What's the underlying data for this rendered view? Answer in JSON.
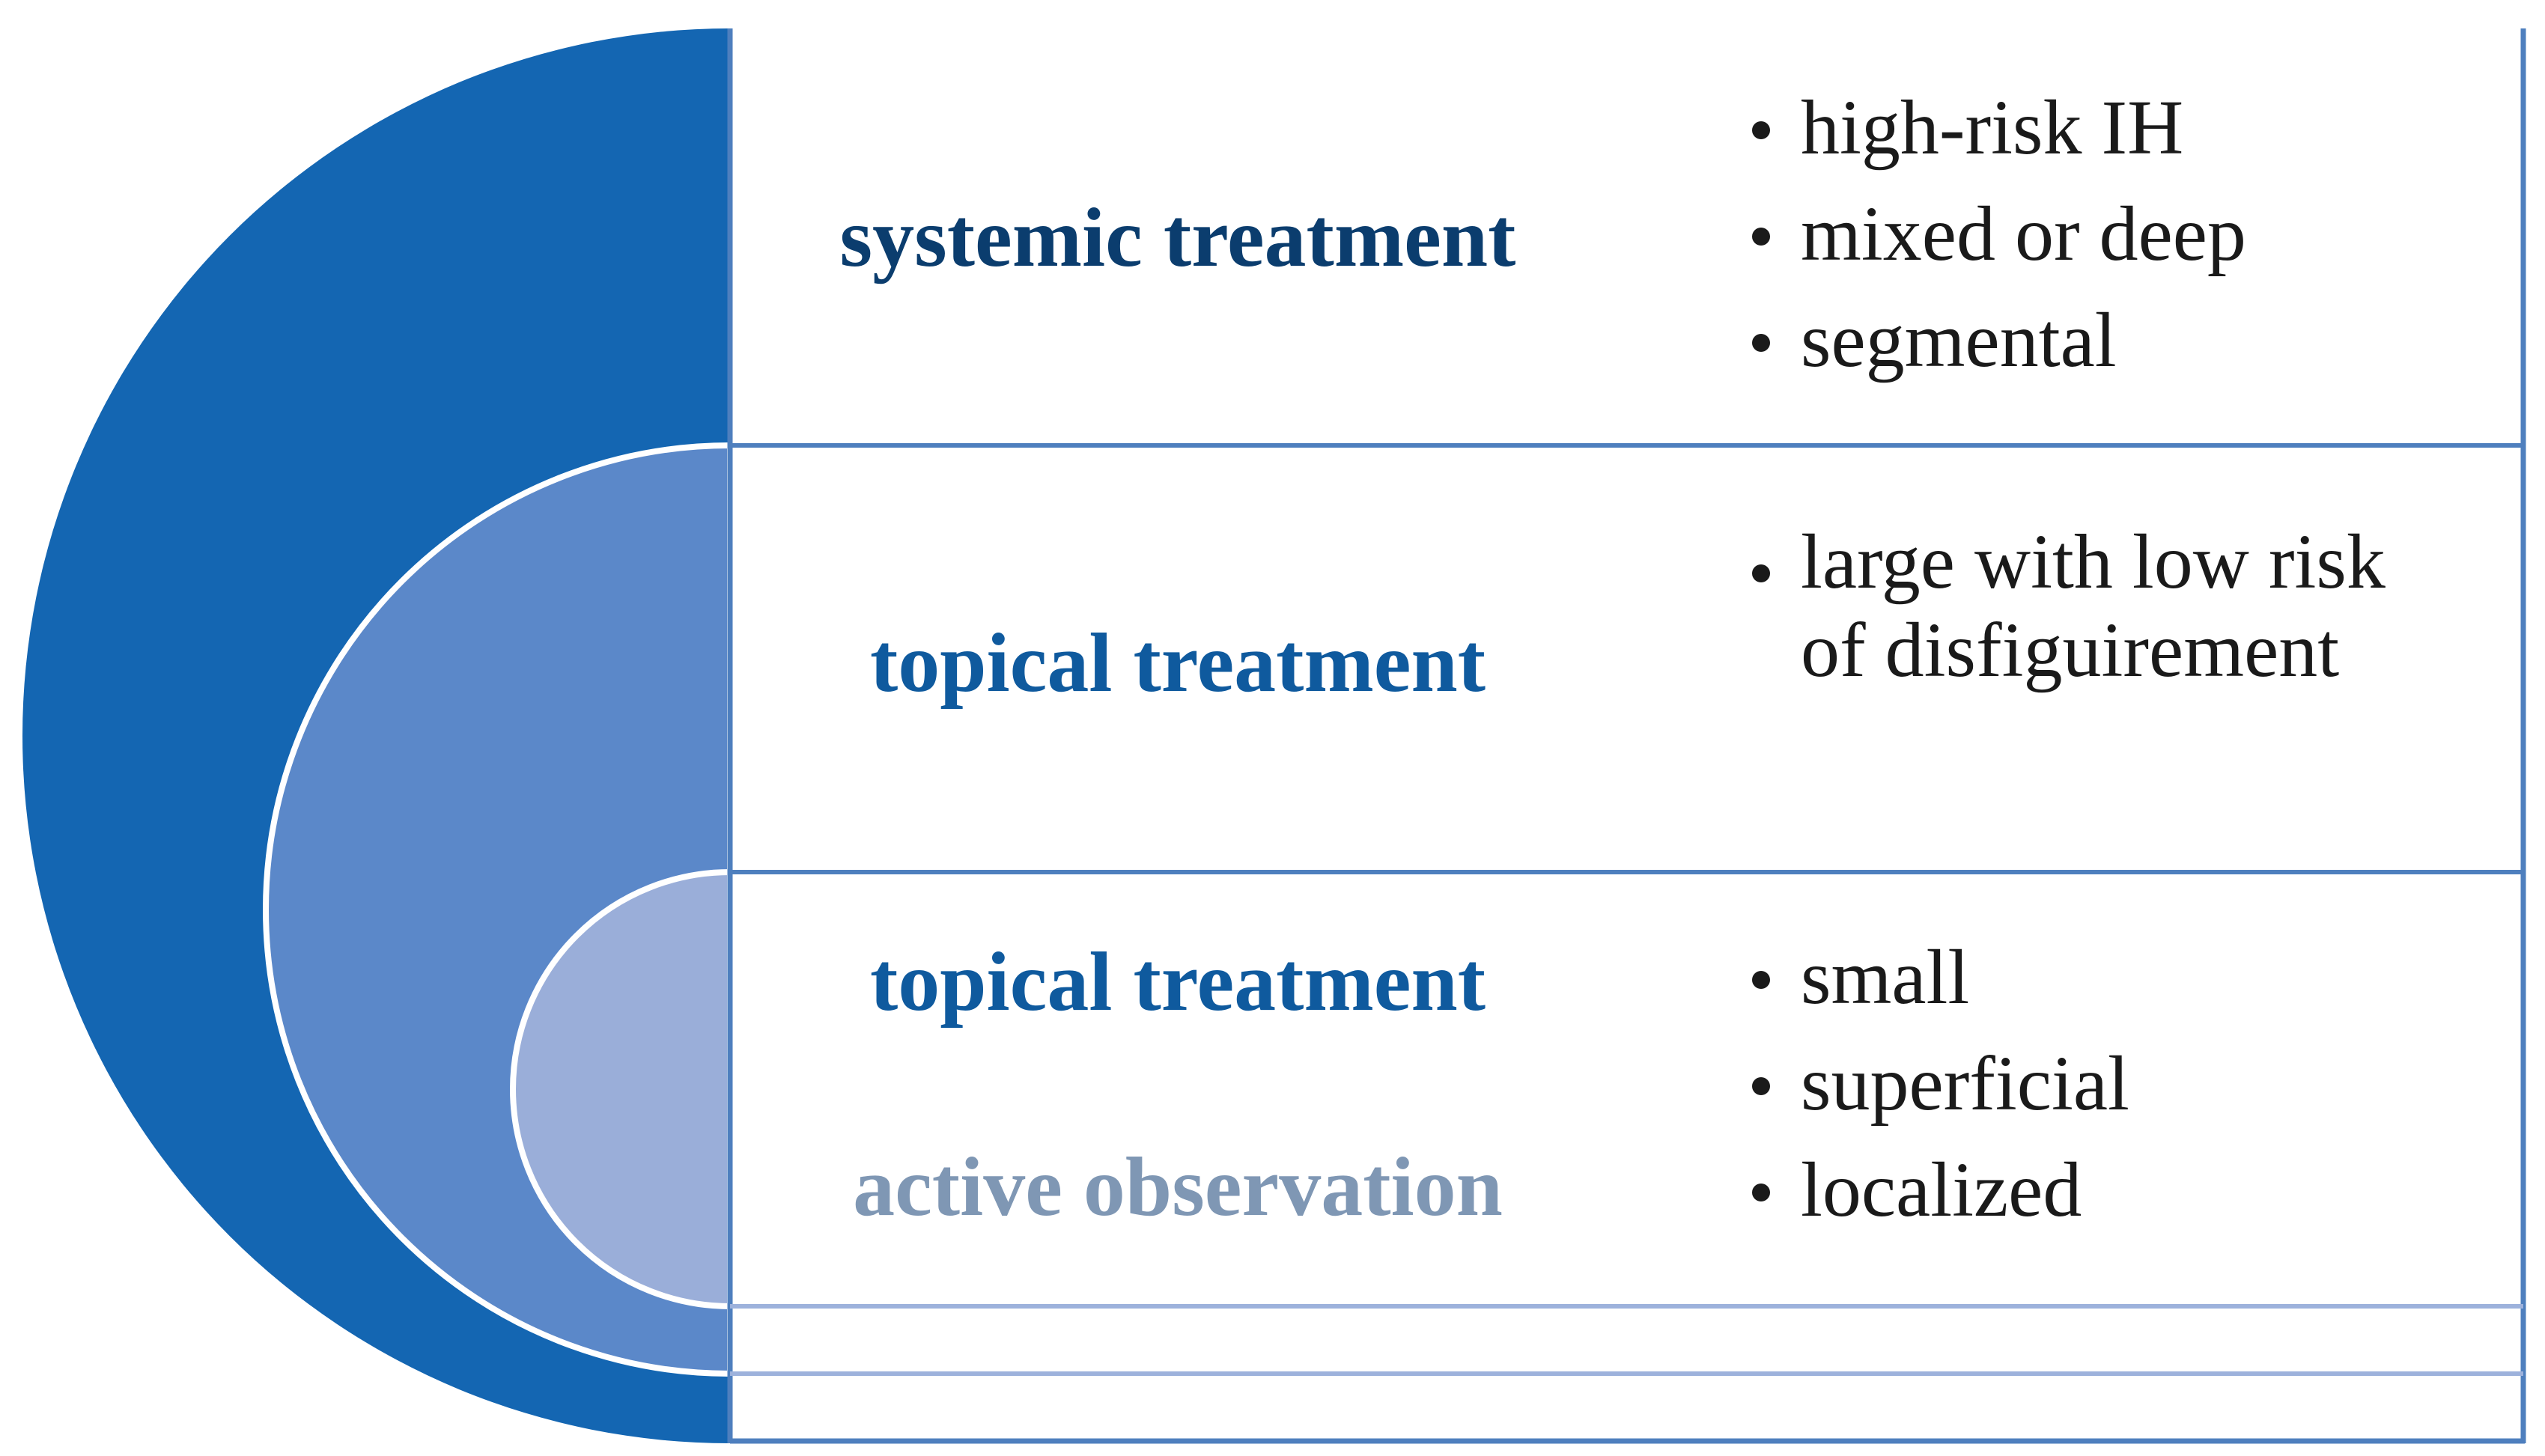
{
  "tiers": [
    {
      "id": "systemic",
      "labels": [
        {
          "text": "systemic treatment",
          "color": "#0b3d6e"
        }
      ],
      "bullets": [
        "high-risk IH",
        "mixed or deep",
        "segmental"
      ]
    },
    {
      "id": "topical-large",
      "labels": [
        {
          "text": "topical treatment",
          "color": "#0f5a9e"
        }
      ],
      "bullets": [
        "large with low risk of disfiguirement"
      ]
    },
    {
      "id": "topical-small",
      "labels": [
        {
          "text": "topical treatment",
          "color": "#0f5a9e"
        },
        {
          "text": "active observation",
          "color": "#7f97b4"
        }
      ],
      "bullets": [
        "small",
        "superficial",
        "localized"
      ]
    }
  ],
  "colors": {
    "outer_arc": "#1466b2",
    "middle_arc": "#5b88c9",
    "inner_arc": "#9aaed9",
    "frame": "#4e7fbe",
    "divider_light": "#9db2dc"
  }
}
